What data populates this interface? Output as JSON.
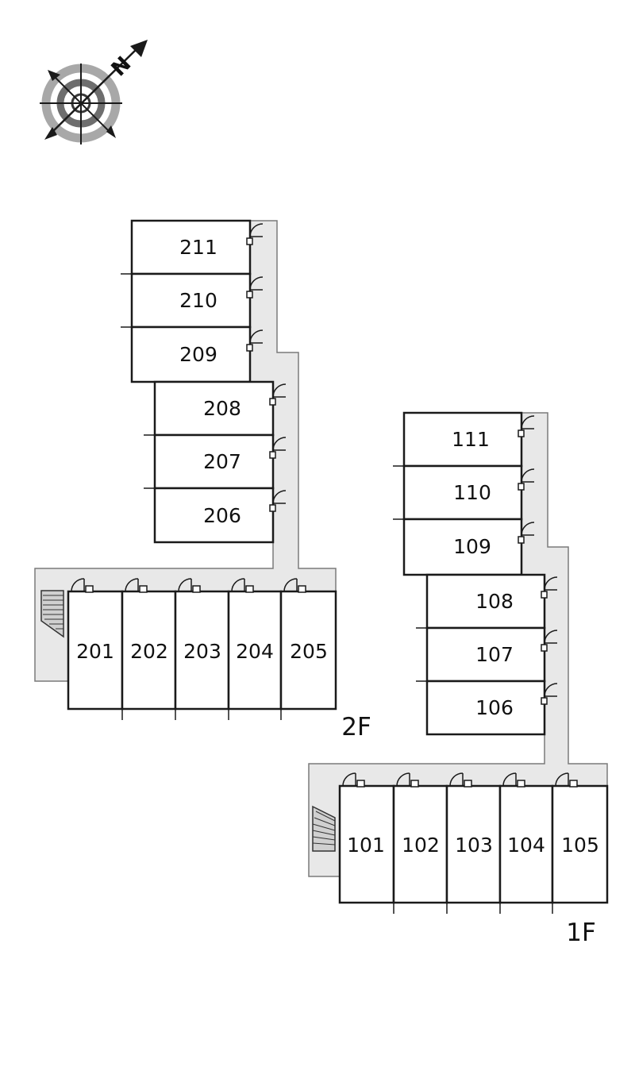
{
  "compass": {
    "north_label": "N",
    "icon": "compass-rose-icon"
  },
  "floors": [
    {
      "label": "2F",
      "units": [
        "211",
        "210",
        "209",
        "208",
        "207",
        "206",
        "201",
        "202",
        "203",
        "204",
        "205"
      ]
    },
    {
      "label": "1F",
      "units": [
        "111",
        "110",
        "109",
        "108",
        "107",
        "106",
        "101",
        "102",
        "103",
        "104",
        "105"
      ]
    }
  ],
  "colors": {
    "walkway": "#e8e8e8",
    "wall": "#1a1a1a",
    "compass_gray": "#9a9a9a"
  }
}
